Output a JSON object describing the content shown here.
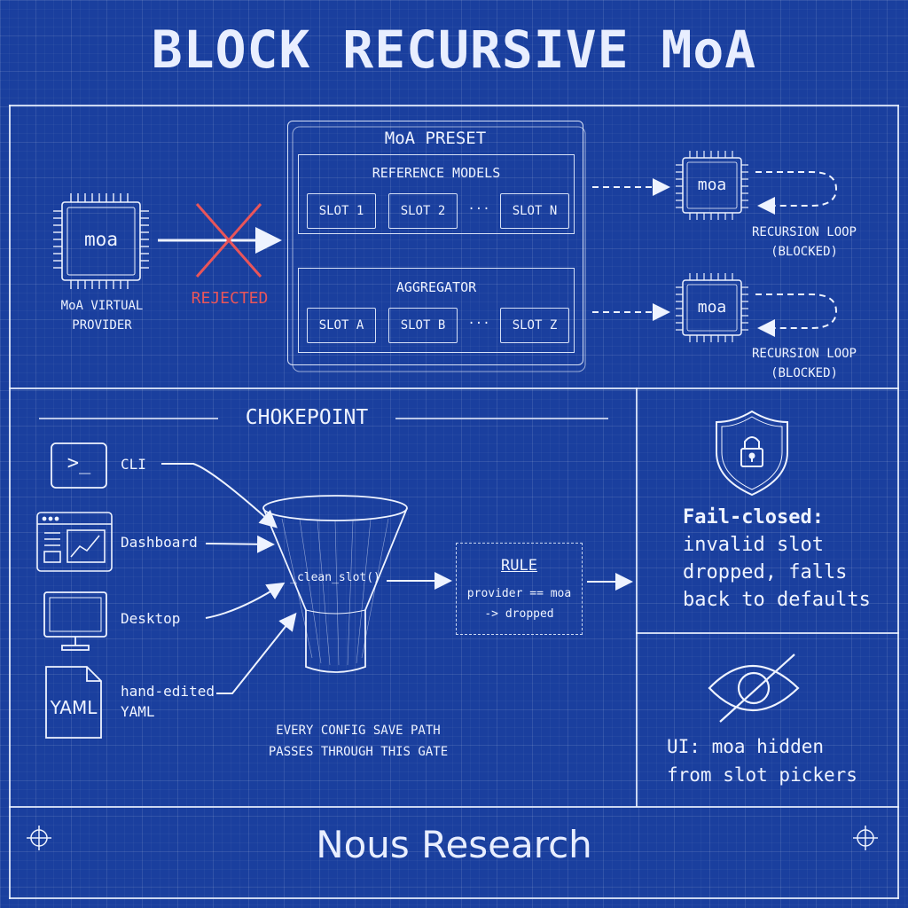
{
  "title": "BLOCK RECURSIVE MoA",
  "footer": "Nous Research",
  "provider": {
    "chip_label": "moa",
    "caption_line1": "MoA VIRTUAL",
    "caption_line2": "PROVIDER",
    "rejected": "REJECTED"
  },
  "preset": {
    "title": "MoA PRESET",
    "reference": {
      "title": "REFERENCE MODELS",
      "slots": [
        "SLOT 1",
        "SLOT 2",
        "···",
        "SLOT N"
      ]
    },
    "aggregator": {
      "title": "AGGREGATOR",
      "slots": [
        "SLOT A",
        "SLOT B",
        "···",
        "SLOT Z"
      ]
    }
  },
  "recursion": [
    {
      "chip_label": "moa",
      "line1": "RECURSION LOOP",
      "line2": "(BLOCKED)"
    },
    {
      "chip_label": "moa",
      "line1": "RECURSION LOOP",
      "line2": "(BLOCKED)"
    }
  ],
  "chokepoint": {
    "title": "CHOKEPOINT",
    "inputs": [
      {
        "label": "CLI",
        "icon": "terminal-icon",
        "glyph": ">_"
      },
      {
        "label": "Dashboard",
        "icon": "dashboard-icon"
      },
      {
        "label": "Desktop",
        "icon": "monitor-icon"
      },
      {
        "label_line1": "hand-edited",
        "label_line2": "YAML",
        "icon": "yaml-file-icon",
        "glyph": "YAML"
      }
    ],
    "funnel_label": "_clean_slot()",
    "caption_line1": "EVERY CONFIG SAVE PATH",
    "caption_line2": "PASSES THROUGH THIS GATE",
    "rule": {
      "title": "RULE",
      "line1": "provider == moa",
      "line2": "-> dropped"
    }
  },
  "fail_closed": {
    "icon": "shield-lock-icon",
    "line1": "Fail-closed:",
    "line2": "invalid slot",
    "line3": "dropped, falls",
    "line4": "back to defaults"
  },
  "ui_hidden": {
    "icon": "eye-slash-icon",
    "line1": "UI: moa hidden",
    "line2": "from slot pickers"
  },
  "colors": {
    "background": "#1a3f9e",
    "line": "#eef3ff",
    "rejected": "#e8555a"
  }
}
